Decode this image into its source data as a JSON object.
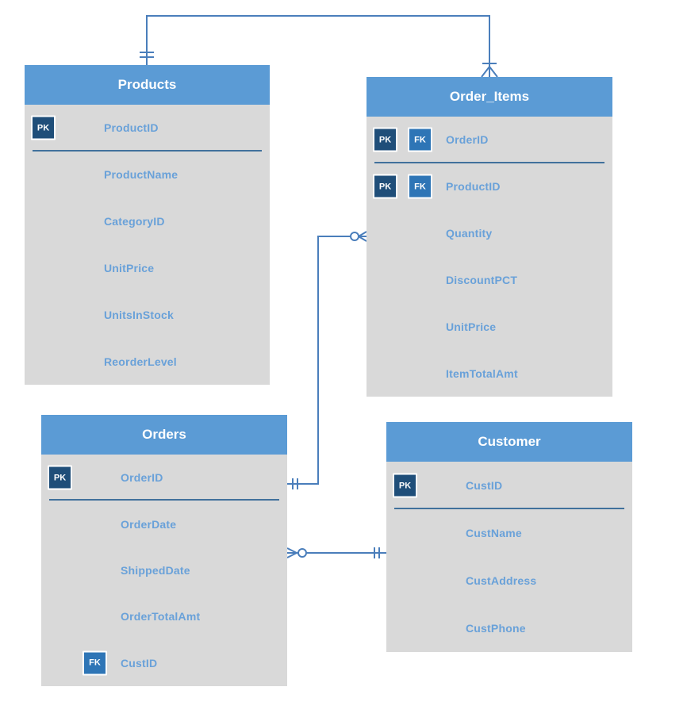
{
  "colors": {
    "header_blue": "#5B9BD5",
    "body_gray": "#D9D9D9",
    "pk_badge": "#1F4E79",
    "fk_badge": "#2E75B6",
    "field_text": "#69A1D9",
    "separator": "#41719C",
    "connector": "#4A7EBB"
  },
  "badges": {
    "pk_label": "PK",
    "fk_label": "FK"
  },
  "tables": [
    {
      "id": "products",
      "title": "Products",
      "fields": [
        {
          "name": "ProductID",
          "keys": [
            "PK"
          ],
          "separator_below": true
        },
        {
          "name": "ProductName",
          "keys": []
        },
        {
          "name": "CategoryID",
          "keys": []
        },
        {
          "name": "UnitPrice",
          "keys": []
        },
        {
          "name": "UnitsInStock",
          "keys": []
        },
        {
          "name": "ReorderLevel",
          "keys": []
        }
      ]
    },
    {
      "id": "order_items",
      "title": "Order_Items",
      "fields": [
        {
          "name": "OrderID",
          "keys": [
            "PK",
            "FK"
          ],
          "separator_below": true
        },
        {
          "name": "ProductID",
          "keys": [
            "PK",
            "FK"
          ]
        },
        {
          "name": "Quantity",
          "keys": []
        },
        {
          "name": "DiscountPCT",
          "keys": []
        },
        {
          "name": "UnitPrice",
          "keys": []
        },
        {
          "name": "ItemTotalAmt",
          "keys": []
        }
      ]
    },
    {
      "id": "orders",
      "title": "Orders",
      "fields": [
        {
          "name": "OrderID",
          "keys": [
            "PK"
          ],
          "separator_below": true
        },
        {
          "name": "OrderDate",
          "keys": []
        },
        {
          "name": "ShippedDate",
          "keys": []
        },
        {
          "name": "OrderTotalAmt",
          "keys": []
        },
        {
          "name": "CustID",
          "keys": [
            "FK"
          ]
        }
      ]
    },
    {
      "id": "customer",
      "title": "Customer",
      "fields": [
        {
          "name": "CustID",
          "keys": [
            "PK"
          ],
          "separator_below": true
        },
        {
          "name": "CustName",
          "keys": []
        },
        {
          "name": "CustAddress",
          "keys": []
        },
        {
          "name": "CustPhone",
          "keys": []
        }
      ]
    }
  ],
  "relationships": [
    {
      "id": "products-order_items",
      "from": "Products",
      "to": "Order_Items",
      "from_cardinality": "one-and-only-one",
      "to_cardinality": "one-or-many"
    },
    {
      "id": "orders-order_items",
      "from": "Orders.OrderID",
      "to": "Order_Items",
      "from_cardinality": "one-and-only-one",
      "to_cardinality": "zero-or-many"
    },
    {
      "id": "orders-customer",
      "from": "Orders",
      "to": "Customer",
      "from_cardinality": "zero-or-many",
      "to_cardinality": "one-and-only-one"
    }
  ]
}
